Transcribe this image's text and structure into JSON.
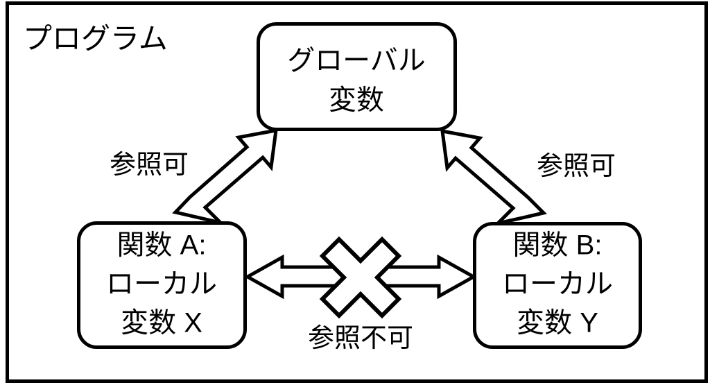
{
  "diagram": {
    "frame": {
      "title": "プログラム"
    },
    "nodes": [
      {
        "id": "global-variable",
        "lines": [
          "グローバル",
          "変数"
        ]
      },
      {
        "id": "function-a",
        "lines": [
          "関数 A:",
          "ローカル",
          "変数 X"
        ]
      },
      {
        "id": "function-b",
        "lines": [
          "関数 B:",
          "ローカル",
          "変数 Y"
        ]
      }
    ],
    "edges": [
      {
        "id": "function-a-to-global",
        "label": "参照可",
        "direction": "up-right",
        "allowed": true
      },
      {
        "id": "function-b-to-global",
        "label": "参照可",
        "direction": "up-left",
        "allowed": true
      },
      {
        "id": "function-a-to-function-b",
        "label": "参照不可",
        "direction": "bidirectional",
        "allowed": false,
        "blocked_marker": "cross-mark"
      }
    ],
    "colors": {
      "stroke": "#000000",
      "fill": "#ffffff",
      "text": "#000000"
    }
  }
}
